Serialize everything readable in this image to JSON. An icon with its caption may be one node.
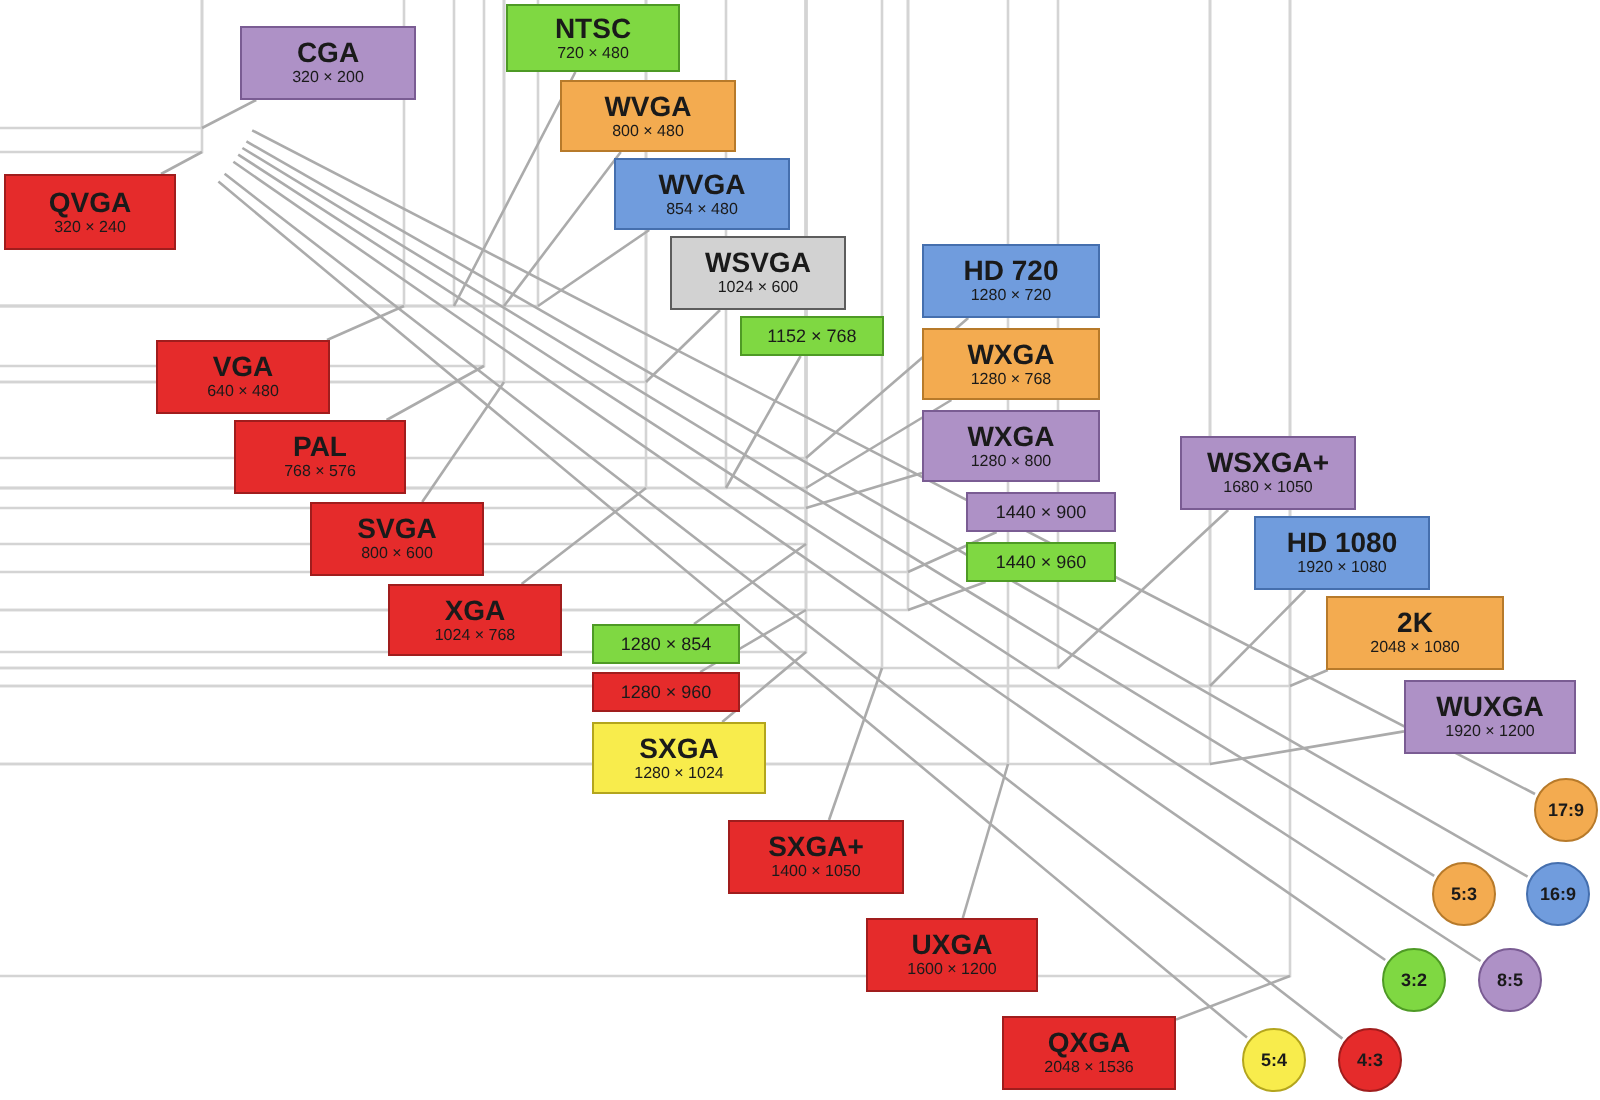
{
  "diagram": {
    "nodes": [
      {
        "text": [
          "NTSC",
          "720 × 480"
        ]
      },
      {
        "text": [
          "CGA",
          "320 × 200"
        ]
      },
      {
        "text": [
          "WVGA",
          "800 × 480"
        ]
      },
      {
        "text": [
          "WVGA",
          "854 × 480"
        ]
      },
      {
        "text": [
          "QVGA",
          "320 × 240"
        ]
      },
      {
        "text": [
          "WSVGA",
          "1024 × 600"
        ]
      },
      {
        "text": [
          "HD 720",
          "1280 × 720"
        ]
      },
      {
        "text": [
          "1152 × 768"
        ]
      },
      {
        "text": [
          "WXGA",
          "1280 × 768"
        ]
      },
      {
        "text": [
          "VGA",
          "640 × 480"
        ]
      },
      {
        "text": [
          "WXGA",
          "1280 × 800"
        ]
      },
      {
        "text": [
          "PAL",
          "768 × 576"
        ]
      },
      {
        "text": [
          "WSXGA+",
          "1680 × 1050"
        ]
      },
      {
        "text": [
          "1440 × 900"
        ]
      },
      {
        "text": [
          "SVGA",
          "800 × 600"
        ]
      },
      {
        "text": [
          "HD 1080",
          "1920 × 1080"
        ]
      },
      {
        "text": [
          "1440 × 960"
        ]
      },
      {
        "text": [
          "XGA",
          "1024 × 768"
        ]
      },
      {
        "text": [
          "2K",
          "2048 × 1080"
        ]
      },
      {
        "text": [
          "1280 × 854"
        ]
      },
      {
        "text": [
          "1280 × 960"
        ]
      },
      {
        "text": [
          "WUXGA",
          "1920 × 1200"
        ]
      },
      {
        "text": [
          "SXGA",
          "1280 × 1024"
        ]
      },
      {
        "text": [
          "17:9"
        ]
      },
      {
        "text": [
          "SXGA+",
          "1400 × 1050"
        ]
      },
      {
        "text": [
          "5:3"
        ]
      },
      {
        "text": [
          "16:9"
        ]
      },
      {
        "text": [
          "UXGA",
          "1600 × 1200"
        ]
      },
      {
        "text": [
          "3:2"
        ]
      },
      {
        "text": [
          "8:5"
        ]
      },
      {
        "text": [
          "QXGA",
          "2048 × 1536"
        ]
      },
      {
        "text": [
          "5:4"
        ]
      },
      {
        "text": [
          "4:3"
        ]
      }
    ],
    "edges": [
      {
        "from": 0,
        "to": null,
        "arrow": "none"
      },
      {
        "from": 1,
        "to": null,
        "arrow": "none"
      },
      {
        "from": 2,
        "to": null,
        "arrow": "none"
      },
      {
        "from": 3,
        "to": null,
        "arrow": "none"
      },
      {
        "from": 4,
        "to": null,
        "arrow": "none"
      },
      {
        "from": 5,
        "to": null,
        "arrow": "none"
      },
      {
        "from": 6,
        "to": null,
        "arrow": "none"
      },
      {
        "from": 7,
        "to": null,
        "arrow": "none"
      },
      {
        "from": 8,
        "to": null,
        "arrow": "none"
      },
      {
        "from": 9,
        "to": null,
        "arrow": "none"
      },
      {
        "from": 10,
        "to": null,
        "arrow": "none"
      },
      {
        "from": 11,
        "to": null,
        "arrow": "none"
      },
      {
        "from": 12,
        "to": null,
        "arrow": "none"
      },
      {
        "from": 13,
        "to": null,
        "arrow": "none"
      },
      {
        "from": 14,
        "to": null,
        "arrow": "none"
      },
      {
        "from": 15,
        "to": null,
        "arrow": "none"
      },
      {
        "from": 16,
        "to": null,
        "arrow": "none"
      },
      {
        "from": 17,
        "to": null,
        "arrow": "none"
      },
      {
        "from": 18,
        "to": null,
        "arrow": "none"
      },
      {
        "from": 19,
        "to": null,
        "arrow": "none"
      },
      {
        "from": 20,
        "to": null,
        "arrow": "none"
      },
      {
        "from": 21,
        "to": null,
        "arrow": "none"
      },
      {
        "from": 22,
        "to": null,
        "arrow": "none"
      },
      {
        "from": 24,
        "to": null,
        "arrow": "none"
      },
      {
        "from": 27,
        "to": null,
        "arrow": "none"
      },
      {
        "from": 30,
        "to": null,
        "arrow": "none"
      },
      {
        "from": null,
        "to": 23,
        "arrow": "none"
      },
      {
        "from": null,
        "to": 25,
        "arrow": "none"
      },
      {
        "from": null,
        "to": 26,
        "arrow": "none"
      },
      {
        "from": null,
        "to": 28,
        "arrow": "none"
      },
      {
        "from": null,
        "to": 29,
        "arrow": "none"
      },
      {
        "from": null,
        "to": 31,
        "arrow": "none"
      },
      {
        "from": null,
        "to": 32,
        "arrow": "none"
      }
    ]
  }
}
